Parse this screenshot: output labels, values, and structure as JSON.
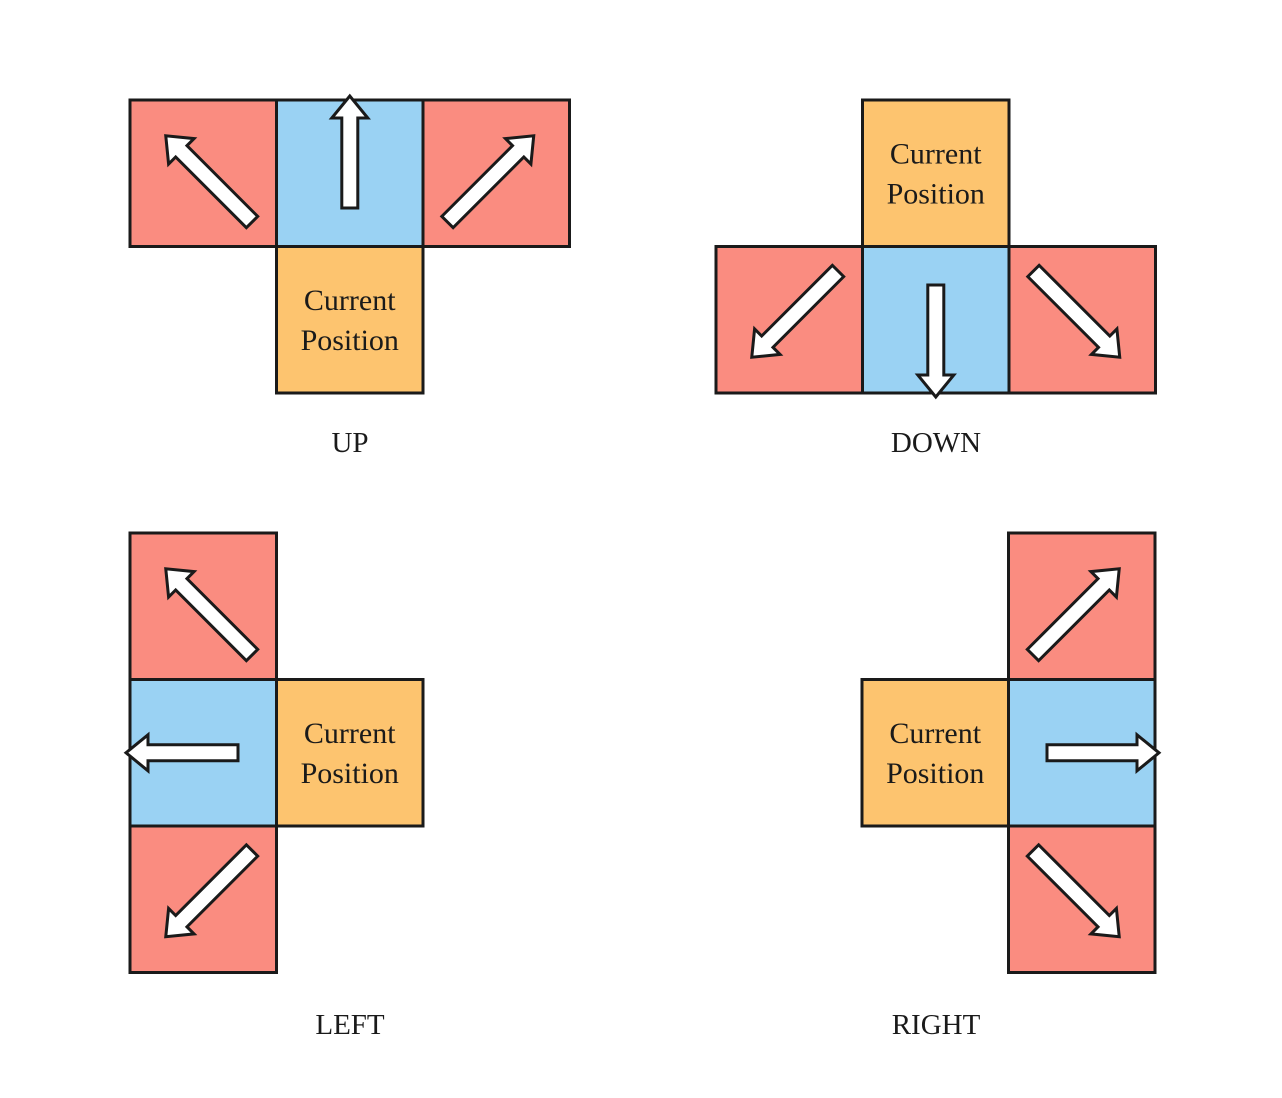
{
  "current_label": [
    "Current",
    "Position"
  ],
  "colors": {
    "current": "#fdc46f",
    "straight": "#9ad2f3",
    "diagonal": "#fa8c80",
    "stroke": "#1a1a1a",
    "arrow_fill": "#ffffff"
  },
  "panels": [
    {
      "id": "up",
      "caption": "UP",
      "cells": [
        {
          "role": "diagonal",
          "col": 0,
          "row": 0,
          "arrow": "up-left"
        },
        {
          "role": "straight",
          "col": 1,
          "row": 0,
          "arrow": "up"
        },
        {
          "role": "diagonal",
          "col": 2,
          "row": 0,
          "arrow": "up-right"
        },
        {
          "role": "current",
          "col": 1,
          "row": 1
        }
      ]
    },
    {
      "id": "down",
      "caption": "DOWN",
      "cells": [
        {
          "role": "current",
          "col": 1,
          "row": 0
        },
        {
          "role": "diagonal",
          "col": 0,
          "row": 1,
          "arrow": "down-left"
        },
        {
          "role": "straight",
          "col": 1,
          "row": 1,
          "arrow": "down"
        },
        {
          "role": "diagonal",
          "col": 2,
          "row": 1,
          "arrow": "down-right"
        }
      ]
    },
    {
      "id": "left",
      "caption": "LEFT",
      "cells": [
        {
          "role": "diagonal",
          "col": 0,
          "row": 0,
          "arrow": "up-left"
        },
        {
          "role": "straight",
          "col": 0,
          "row": 1,
          "arrow": "left"
        },
        {
          "role": "current",
          "col": 1,
          "row": 1
        },
        {
          "role": "diagonal",
          "col": 0,
          "row": 2,
          "arrow": "down-left"
        }
      ]
    },
    {
      "id": "right",
      "caption": "RIGHT",
      "cells": [
        {
          "role": "diagonal",
          "col": 1,
          "row": 0,
          "arrow": "up-right"
        },
        {
          "role": "current",
          "col": 0,
          "row": 1
        },
        {
          "role": "straight",
          "col": 1,
          "row": 1,
          "arrow": "right"
        },
        {
          "role": "diagonal",
          "col": 1,
          "row": 2,
          "arrow": "down-right"
        }
      ]
    }
  ]
}
